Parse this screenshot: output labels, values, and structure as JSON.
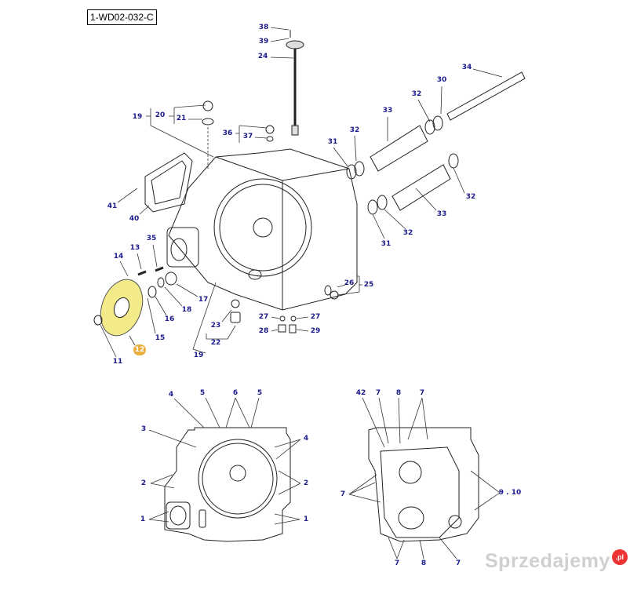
{
  "diagram_code": "1-WD02-032-C",
  "labels": [
    "38",
    "39",
    "24",
    "19",
    "20",
    "21",
    "36",
    "37",
    "41",
    "40",
    "34",
    "30",
    "32",
    "33",
    "32",
    "31",
    "32",
    "33",
    "32",
    "31",
    "35",
    "13",
    "14",
    "17",
    "18",
    "16",
    "15",
    "12",
    "11",
    "26",
    "25",
    "27",
    "27",
    "28",
    "29",
    "23",
    "22",
    "19"
  ],
  "bottom_left_labels": [
    "4",
    "5",
    "6",
    "5",
    "3",
    "4",
    "2",
    "2",
    "1",
    "1"
  ],
  "bottom_right_labels": [
    "42",
    "7",
    "8",
    "7",
    "7",
    "9 . 10",
    "7",
    "8",
    "7"
  ],
  "highlighted_part": "12",
  "watermark": {
    "text": "Sprzedajemy",
    "suffix": ".pl"
  },
  "colors": {
    "label": "#1a1a8c",
    "highlight": "#e8b040",
    "highlight_fill": "#f3ea8a"
  }
}
